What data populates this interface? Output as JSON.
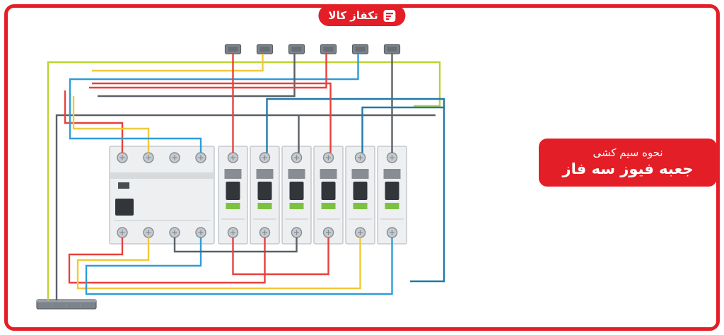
{
  "page": {
    "background": "#ffffff",
    "frame_color": "#e41e26"
  },
  "header": {
    "brand": "تکفاز کالا",
    "logo_icon": "takfaz-kala-logo",
    "badge_color": "#e41e26"
  },
  "caption": {
    "line1": "نحوه سیم کشی",
    "line2": "جعبه فیوز سه فاز",
    "bg": "#e41e26",
    "text_color": "#ffffff"
  },
  "colors": {
    "red": "#e8413c",
    "yellow": "#f3c83b",
    "blue": "#2f9cd8",
    "teal": "#2279a8",
    "green_yellow": "#bdd231",
    "gray": "#5a6066",
    "device_body": "#edeff1",
    "device_border": "#c3c8cd",
    "toggle_dark": "#32363a",
    "indicator_green": "#7cc242",
    "metal_gray": "#7d838a"
  },
  "diagram": {
    "rcd_breaker": {
      "poles": 4,
      "top_screws": 4,
      "bottom_screws": 4
    },
    "mcb_count": 6,
    "top_terminal_blocks": 6,
    "ground_bars": 1,
    "wire_colors_used": [
      "green_yellow",
      "gray",
      "red",
      "yellow",
      "blue",
      "teal"
    ]
  }
}
